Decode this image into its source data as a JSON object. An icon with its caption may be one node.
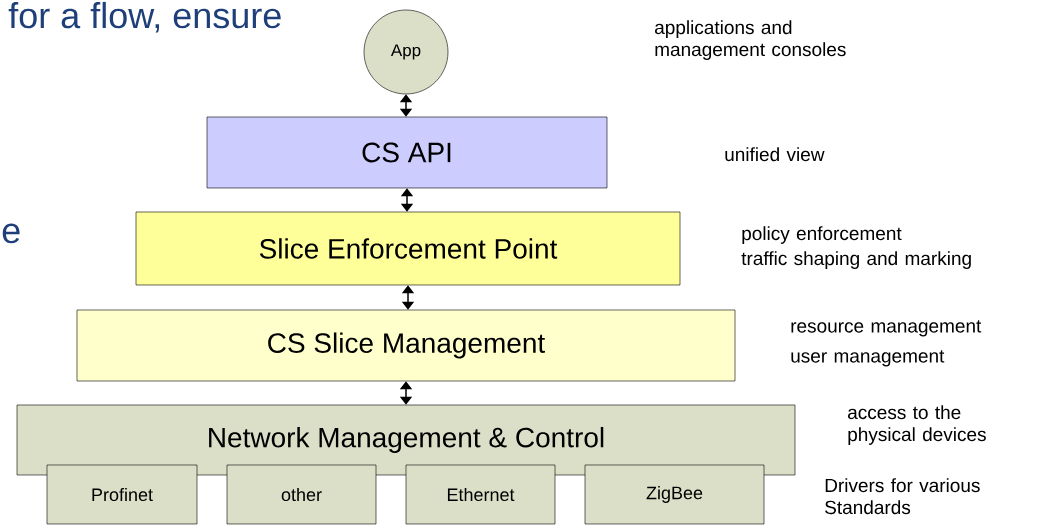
{
  "diagram": {
    "nodes": [
      {
        "text": [
          "App"
        ]
      },
      {
        "text": [
          "CS API"
        ]
      },
      {
        "text": [
          "Slice Enforcement Point"
        ]
      },
      {
        "text": [
          "CS Slice Management"
        ]
      },
      {
        "text": [
          "Network Management & Control"
        ]
      },
      {
        "text": [
          "Profinet"
        ]
      },
      {
        "text": [
          "other"
        ]
      },
      {
        "text": [
          "Ethernet"
        ]
      },
      {
        "text": [
          "ZigBee"
        ]
      }
    ],
    "edges": [
      {
        "from": 0,
        "to": 1,
        "arrow": "both"
      },
      {
        "from": 1,
        "to": 2,
        "arrow": "both"
      },
      {
        "from": 2,
        "to": 3,
        "arrow": "both"
      },
      {
        "from": 3,
        "to": 4,
        "arrow": "both"
      }
    ],
    "labels": [
      "for a flow, ensure",
      "applications and management consoles",
      "unified view",
      "e",
      "policy enforcement",
      "traffic shaping and marking",
      "resource management",
      "user management",
      "access to the physical devices",
      "Drivers for various Standards"
    ]
  }
}
